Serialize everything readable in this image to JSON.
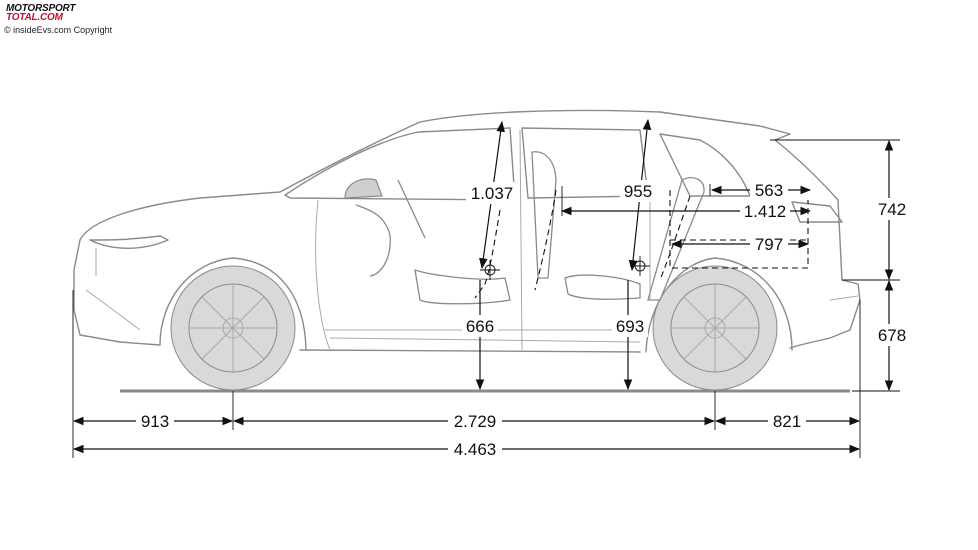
{
  "brand": {
    "logo_line1": "MOTORSPORT",
    "logo_line2": "TOTAL.COM",
    "copyright": "© insideEvs.com Copyright"
  },
  "dimensions": {
    "front_headroom": "1.037",
    "rear_headroom": "955",
    "trunk_length_top": "563",
    "trunk_length_total": "1.412",
    "trunk_length_floor": "797",
    "rear_upper_height": "742",
    "rear_lower_height": "678",
    "front_seat_height": "666",
    "rear_seat_height": "693",
    "front_overhang": "913",
    "wheelbase": "2.729",
    "rear_overhang": "821",
    "overall_length": "4.463"
  },
  "colors": {
    "line": "#8a8a8a",
    "dimension": "#111111",
    "brand_red": "#c8102e"
  }
}
